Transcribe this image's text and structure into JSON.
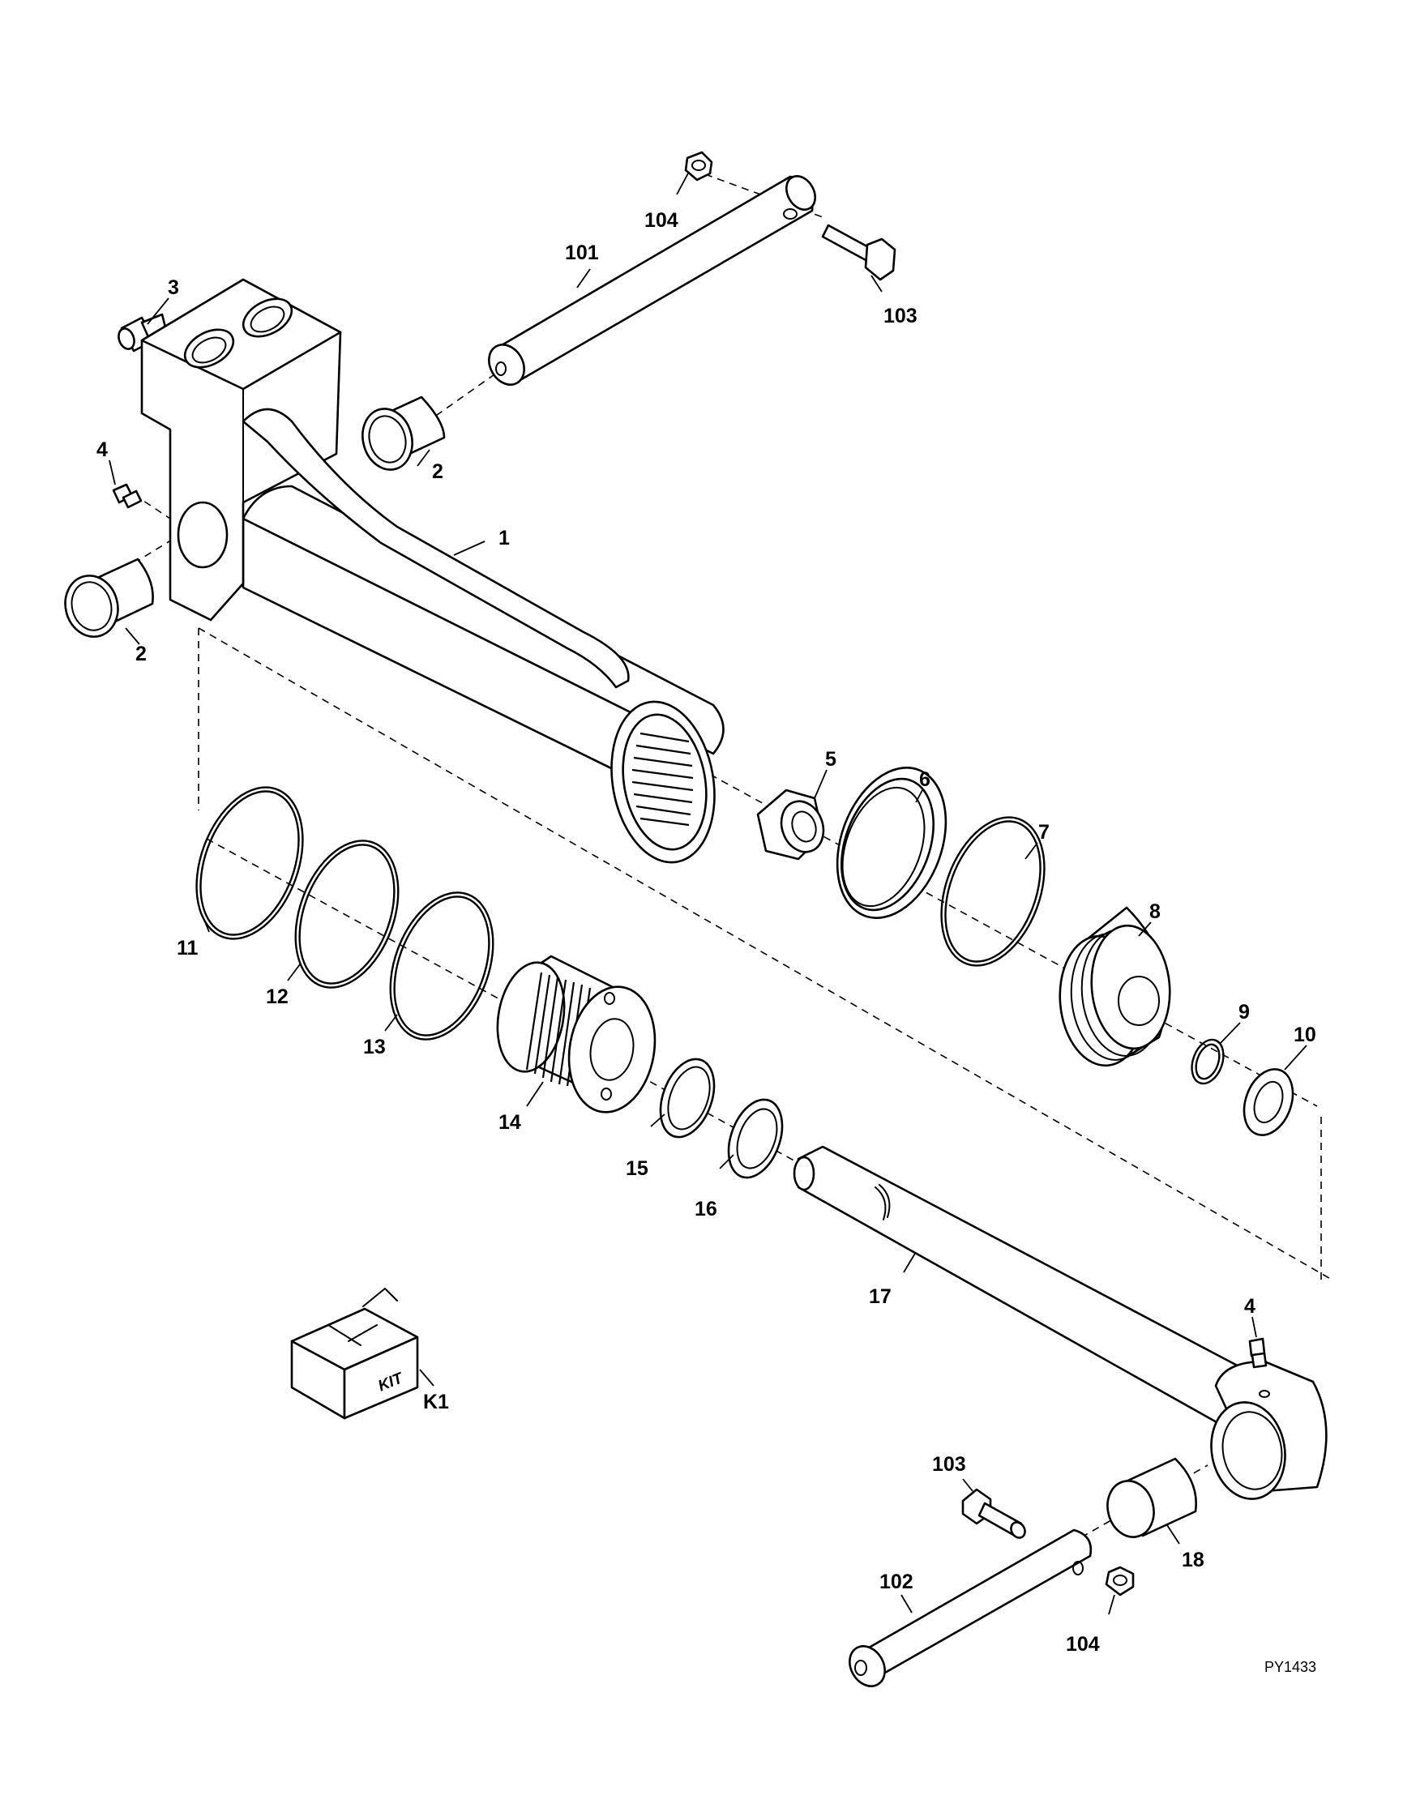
{
  "drawing_ref": "PY1433",
  "kit_box_text": "KIT",
  "callouts": [
    {
      "id": "c1",
      "label": "1"
    },
    {
      "id": "c2a",
      "label": "2"
    },
    {
      "id": "c2b",
      "label": "2"
    },
    {
      "id": "c3",
      "label": "3"
    },
    {
      "id": "c4a",
      "label": "4"
    },
    {
      "id": "c4b",
      "label": "4"
    },
    {
      "id": "c5",
      "label": "5"
    },
    {
      "id": "c6",
      "label": "6"
    },
    {
      "id": "c7",
      "label": "7"
    },
    {
      "id": "c8",
      "label": "8"
    },
    {
      "id": "c9",
      "label": "9"
    },
    {
      "id": "c10",
      "label": "10"
    },
    {
      "id": "c11",
      "label": "11"
    },
    {
      "id": "c12",
      "label": "12"
    },
    {
      "id": "c13",
      "label": "13"
    },
    {
      "id": "c14",
      "label": "14"
    },
    {
      "id": "c15",
      "label": "15"
    },
    {
      "id": "c16",
      "label": "16"
    },
    {
      "id": "c17",
      "label": "17"
    },
    {
      "id": "c18",
      "label": "18"
    },
    {
      "id": "c101",
      "label": "101"
    },
    {
      "id": "c102",
      "label": "102"
    },
    {
      "id": "c103a",
      "label": "103"
    },
    {
      "id": "c103b",
      "label": "103"
    },
    {
      "id": "c104a",
      "label": "104"
    },
    {
      "id": "c104b",
      "label": "104"
    },
    {
      "id": "cK1",
      "label": "K1"
    }
  ]
}
